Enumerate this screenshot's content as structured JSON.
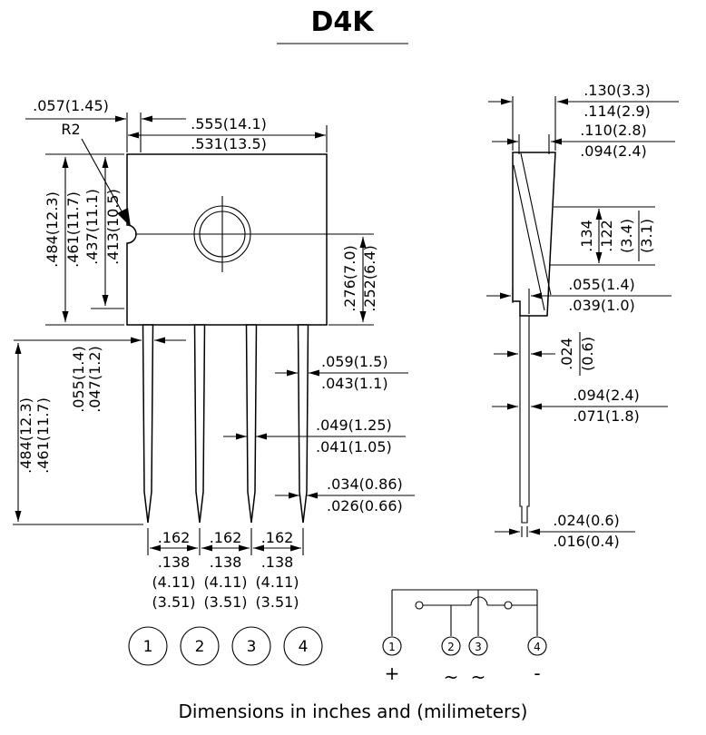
{
  "title": "D4K",
  "caption": "Dimensions in inches and (milimeters)",
  "front": {
    "offset_top": ".057(1.45)",
    "radius_callout": "R2",
    "width_max": ".555(14.1)",
    "width_min": ".531(13.5)",
    "height_max": ".484(12.3)",
    "height_min": ".461(11.7)",
    "height2_max": ".437(11.1)",
    "height2_min": ".413(10.5)",
    "hole_max": ".276(7.0)",
    "hole_min": ".252(6.4)",
    "lead_length_max": ".484(12.3)",
    "lead_length_min": ".461(11.7)",
    "lead_w1_max": ".055(1.4)",
    "lead_w1_min": ".047(1.2)",
    "lead_w2_max": ".059(1.5)",
    "lead_w2_min": ".043(1.1)",
    "lead_w3_max": ".049(1.25)",
    "lead_w3_min": ".041(1.05)",
    "lead_w4_max": ".034(0.86)",
    "lead_w4_min": ".026(0.66)",
    "pitch": [
      ".162",
      ".162",
      ".162"
    ],
    "pitch_in": [
      ".138",
      ".138",
      ".138"
    ],
    "pitch_mm_max": [
      "(4.11)",
      "(4.11)",
      "(4.11)"
    ],
    "pitch_mm_min": [
      "(3.51)",
      "(3.51)",
      "(3.51)"
    ],
    "pins": [
      "1",
      "2",
      "3",
      "4"
    ]
  },
  "side": {
    "width_top_max": ".130(3.3)",
    "width_top_min": ".114(2.9)",
    "width_body_max": ".110(2.8)",
    "width_body_min": ".094(2.4)",
    "tab_max": ".134",
    "tab_min": ".122",
    "tab_mm_max": "(3.4)",
    "tab_mm_min": "(3.1)",
    "step_max": ".055(1.4)",
    "step_min": ".039(1.0)",
    "lead_thickness_max": ".024",
    "lead_thickness_mm": "(0.6)",
    "lead_width_max": ".094(2.4)",
    "lead_width_min": ".071(1.8)",
    "tip_max": ".024(0.6)",
    "tip_min": ".016(0.4)"
  },
  "schematic": {
    "pins": [
      "1",
      "2",
      "3",
      "4"
    ],
    "polarity": [
      "+",
      "~",
      "~",
      "-"
    ]
  }
}
